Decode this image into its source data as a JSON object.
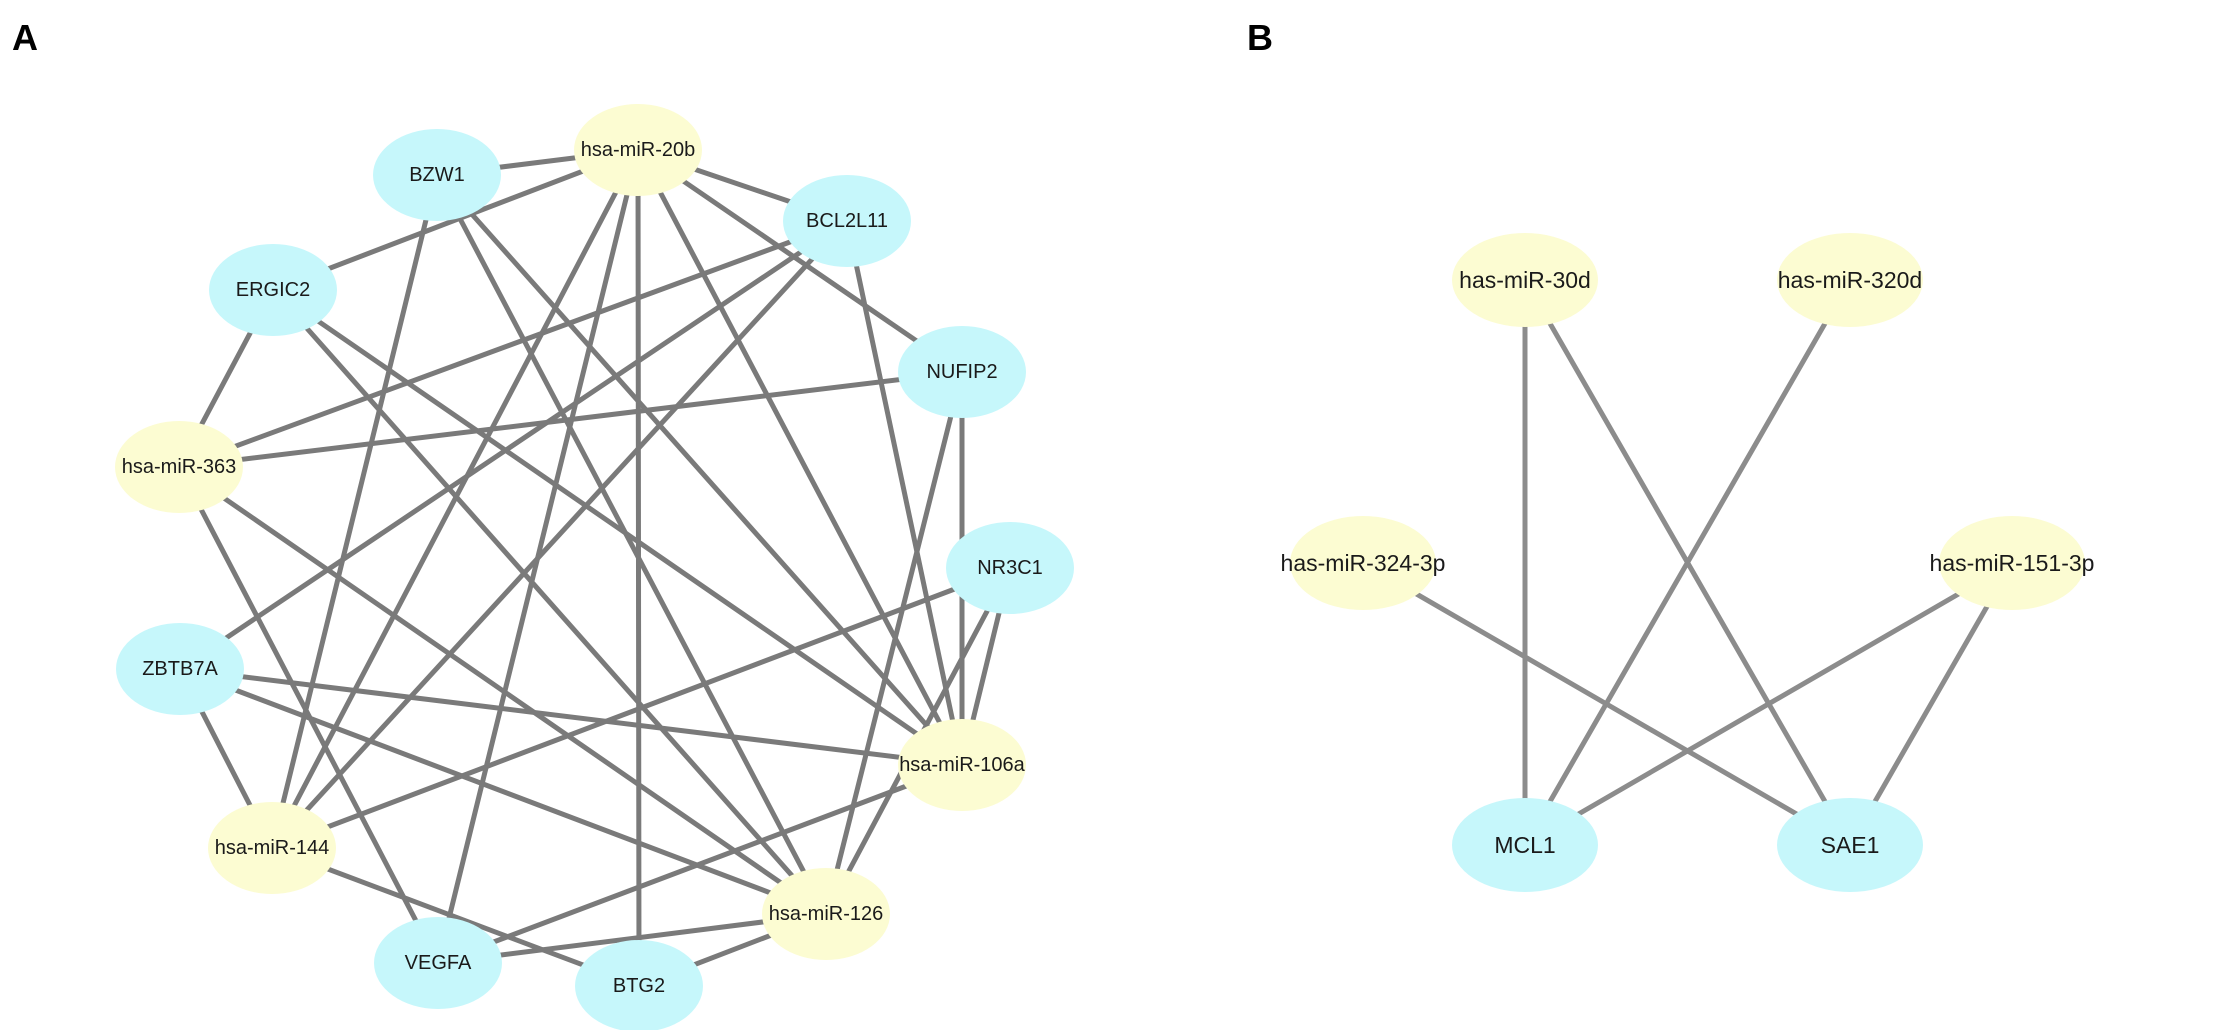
{
  "colors": {
    "gene_node": "#c6f7fb",
    "mirna_node": "#fcfcd2",
    "edge": "#7a7a7a"
  },
  "panels": [
    {
      "label": "A",
      "nodes": [
        {
          "id": "mir20b",
          "label": "hsa-miR-20b",
          "kind": "mirna"
        },
        {
          "id": "bzw1",
          "label": "BZW1",
          "kind": "gene"
        },
        {
          "id": "bcl2l11",
          "label": "BCL2L11",
          "kind": "gene"
        },
        {
          "id": "ergic2",
          "label": "ERGIC2",
          "kind": "gene"
        },
        {
          "id": "nufip2",
          "label": "NUFIP2",
          "kind": "gene"
        },
        {
          "id": "mir363",
          "label": "hsa-miR-363",
          "kind": "mirna"
        },
        {
          "id": "nr3c1",
          "label": "NR3C1",
          "kind": "gene"
        },
        {
          "id": "zbtb7a",
          "label": "ZBTB7A",
          "kind": "gene"
        },
        {
          "id": "mir106a",
          "label": "hsa-miR-106a",
          "kind": "mirna"
        },
        {
          "id": "mir144",
          "label": "hsa-miR-144",
          "kind": "mirna"
        },
        {
          "id": "mir126",
          "label": "hsa-miR-126",
          "kind": "mirna"
        },
        {
          "id": "vegfa",
          "label": "VEGFA",
          "kind": "gene"
        },
        {
          "id": "btg2",
          "label": "BTG2",
          "kind": "gene"
        }
      ],
      "edges": [
        [
          "bzw1",
          "mir20b"
        ],
        [
          "ergic2",
          "mir20b"
        ],
        [
          "mir20b",
          "bcl2l11"
        ],
        [
          "mir20b",
          "nufip2"
        ],
        [
          "mir20b",
          "mir144"
        ],
        [
          "mir20b",
          "vegfa"
        ],
        [
          "mir20b",
          "btg2"
        ],
        [
          "mir20b",
          "mir106a"
        ],
        [
          "bzw1",
          "mir144"
        ],
        [
          "bzw1",
          "mir106a"
        ],
        [
          "bzw1",
          "mir126"
        ],
        [
          "bcl2l11",
          "mir363"
        ],
        [
          "bcl2l11",
          "zbtb7a"
        ],
        [
          "bcl2l11",
          "mir144"
        ],
        [
          "bcl2l11",
          "mir106a"
        ],
        [
          "ergic2",
          "mir363"
        ],
        [
          "ergic2",
          "mir106a"
        ],
        [
          "ergic2",
          "mir126"
        ],
        [
          "nufip2",
          "mir363"
        ],
        [
          "nufip2",
          "mir106a"
        ],
        [
          "nufip2",
          "mir126"
        ],
        [
          "mir363",
          "vegfa"
        ],
        [
          "mir363",
          "mir126"
        ],
        [
          "nr3c1",
          "mir144"
        ],
        [
          "nr3c1",
          "mir106a"
        ],
        [
          "nr3c1",
          "mir126"
        ],
        [
          "zbtb7a",
          "mir144"
        ],
        [
          "zbtb7a",
          "mir106a"
        ],
        [
          "zbtb7a",
          "mir126"
        ],
        [
          "mir144",
          "btg2"
        ],
        [
          "mir106a",
          "vegfa"
        ],
        [
          "mir126",
          "btg2"
        ],
        [
          "vegfa",
          "mir126"
        ]
      ]
    },
    {
      "label": "B",
      "nodes": [
        {
          "id": "mir30d",
          "label": "has-miR-30d",
          "kind": "mirna"
        },
        {
          "id": "mir320d",
          "label": "has-miR-320d",
          "kind": "mirna"
        },
        {
          "id": "mir324",
          "label": "has-miR-324-3p",
          "kind": "mirna"
        },
        {
          "id": "mir151",
          "label": "has-miR-151-3p",
          "kind": "mirna"
        },
        {
          "id": "mcl1",
          "label": "MCL1",
          "kind": "gene"
        },
        {
          "id": "sae1",
          "label": "SAE1",
          "kind": "gene"
        }
      ],
      "edges": [
        [
          "mir30d",
          "mcl1"
        ],
        [
          "mir30d",
          "sae1"
        ],
        [
          "mir320d",
          "mcl1"
        ],
        [
          "mir324",
          "sae1"
        ],
        [
          "mir151",
          "mcl1"
        ],
        [
          "mir151",
          "sae1"
        ]
      ]
    }
  ]
}
